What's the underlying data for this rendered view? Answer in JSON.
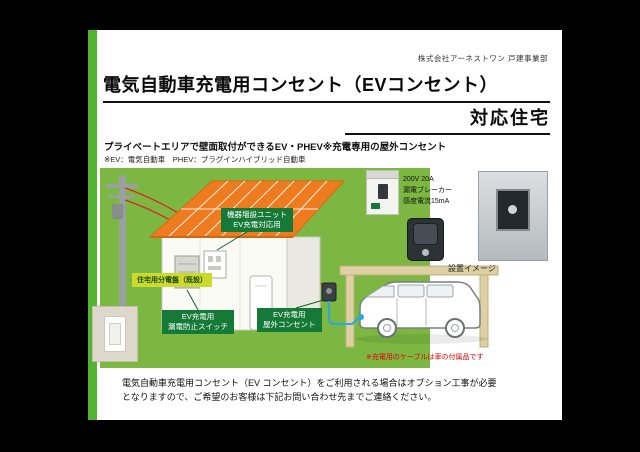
{
  "colors": {
    "bar_green": "#53b332",
    "scene_green": "#7cb742",
    "label_green": "#157a38",
    "label_yellow": "#cadb2e",
    "roof_orange": "#ee7b1f",
    "cable_blue": "#2aa7de",
    "wire_red": "#dd2222",
    "note_red": "#e60000"
  },
  "header": {
    "company": "株式会社アーネストワン 戸建事業部",
    "title_main": "電気自動車充電用コンセント（EVコンセント）",
    "title_sub": "対応住宅",
    "lead": "プライベートエリアで壁面取付ができるEV・PHEV※充電専用の屋外コンセント",
    "abbr_note": "※EV：電気自動車　PHEV：プラグインハイブリッド自動車"
  },
  "diagram": {
    "labels": {
      "unit": [
        "機器増設ユニット",
        "EV充電対応用"
      ],
      "panel": "住宅用分電盤（既設）",
      "switch": [
        "EV充電用",
        "漏電防止スイッチ"
      ],
      "outlet": [
        "EV充電用",
        "屋外コンセント"
      ]
    },
    "breaker_spec": [
      "200V 20A",
      "漏電ブレーカー",
      "感度電流15mA"
    ],
    "install_caption": "設置イメージ",
    "cable_note": "※充電用のケーブルは車の付属品です"
  },
  "footer": {
    "line1": "電気自動車充電用コンセント（EV コンセント）をご利用される場合はオプション工事が必要",
    "line2": "となりますので、ご希望のお客様は下記お問い合わせ先までご連絡ください。"
  }
}
